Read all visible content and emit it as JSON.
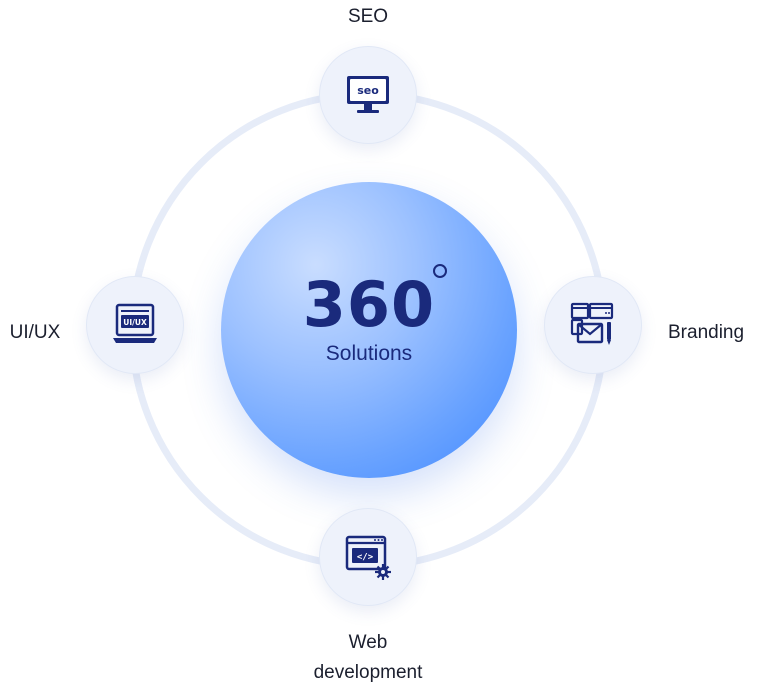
{
  "center": {
    "value": "360",
    "subtitle": "Solutions"
  },
  "nodes": {
    "seo": {
      "label": "SEO",
      "icon": "seo-monitor-icon",
      "icon_text": "seo"
    },
    "uiux": {
      "label": "UI/UX",
      "icon": "uiux-laptop-icon",
      "icon_text": "UI/UX"
    },
    "branding": {
      "label": "Branding",
      "icon": "branding-icon"
    },
    "web": {
      "label_line1": "Web",
      "label_line2": "development",
      "icon": "code-window-icon",
      "icon_text": "</>"
    }
  },
  "colors": {
    "accent_dark": "#1a2a7c",
    "sphere_light": "#c9ddff",
    "sphere_dark": "#3f88ff",
    "node_bg": "#eef2fb",
    "ring": "#e6ecf8"
  }
}
